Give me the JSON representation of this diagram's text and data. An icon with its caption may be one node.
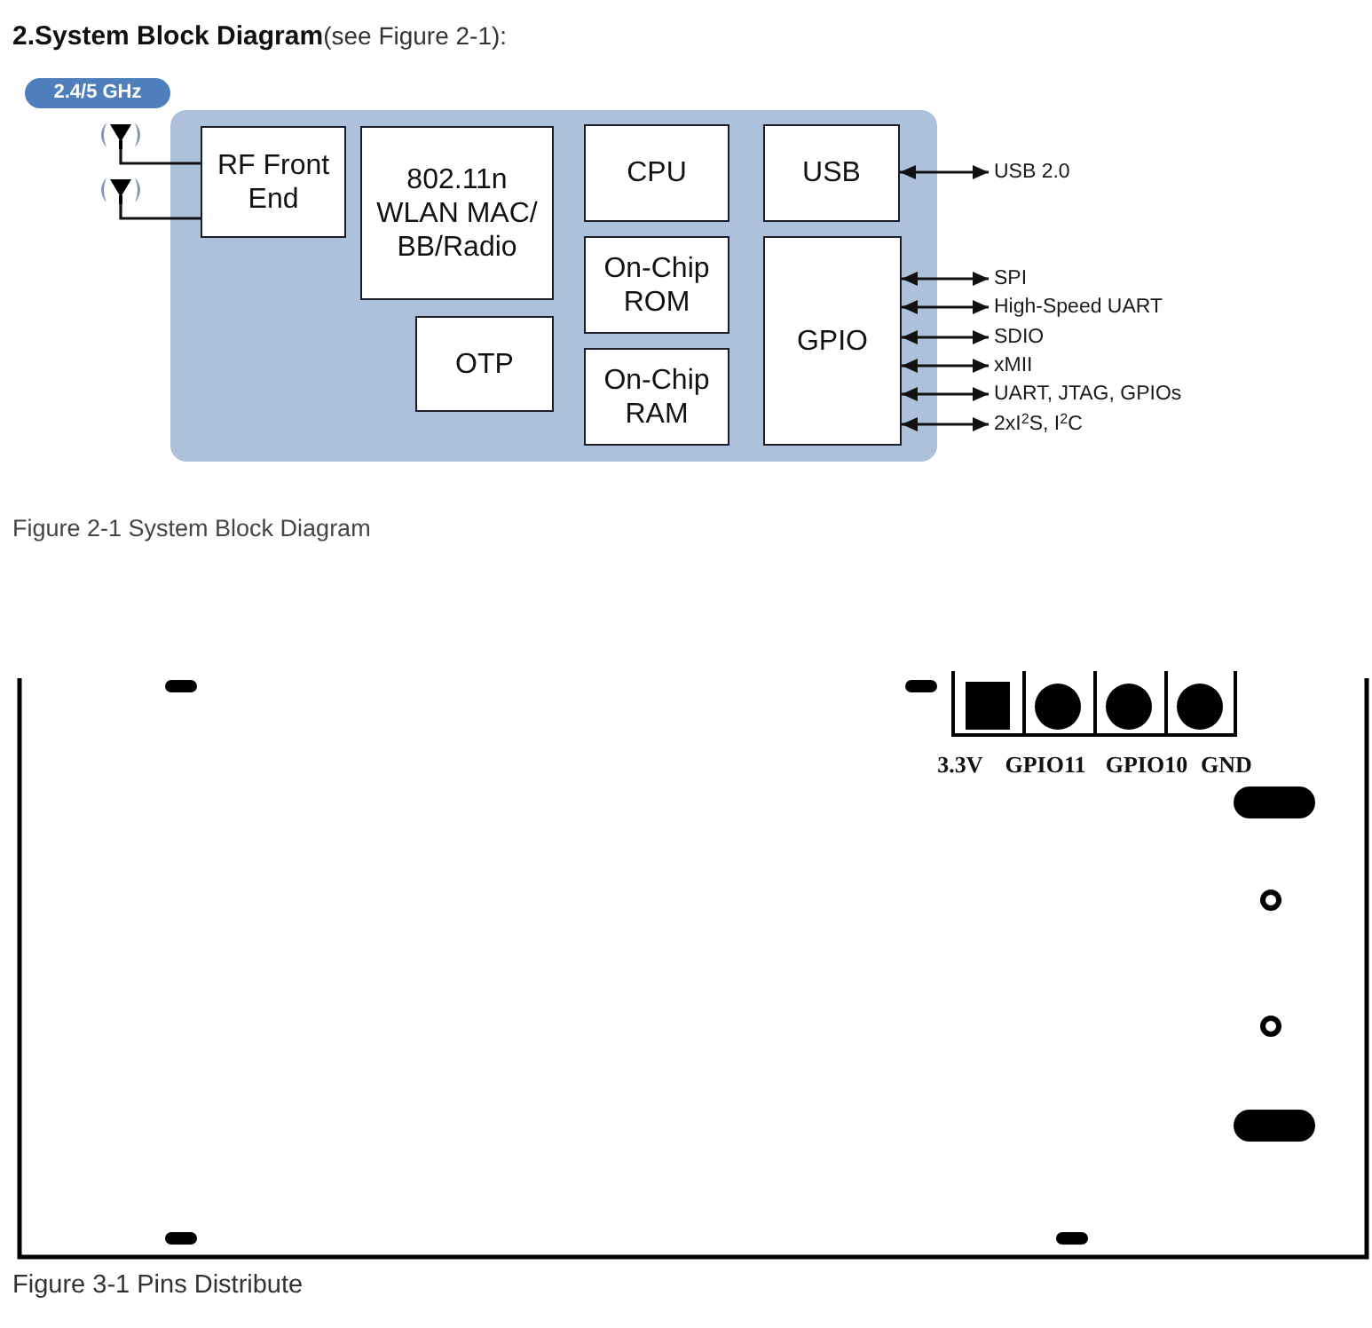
{
  "diagram": {
    "title": "**2.System Block Diagram**(see Figure 2-1):",
    "caption": "Figure 2-1 System Block Diagram",
    "nodes": [
      {
        "text": [],
        "shape": "box"
      },
      {
        "text": [
          "2.4/5 GHz"
        ]
      },
      {
        "text": [],
        "shape": "antenna"
      },
      {
        "text": [],
        "shape": "antenna"
      },
      {
        "text": [
          "RF Front End"
        ],
        "in": 0
      },
      {
        "text": [
          "802.11n WLAN MAC/ BB/Radio"
        ],
        "in": 0
      },
      {
        "text": [
          "CPU"
        ],
        "in": 0
      },
      {
        "text": [
          "USB"
        ],
        "in": 0
      },
      {
        "text": [
          "On-Chip ROM"
        ],
        "in": 0
      },
      {
        "text": [
          "GPIO"
        ],
        "in": 0
      },
      {
        "text": [
          "OTP"
        ],
        "in": 0
      },
      {
        "text": [
          "On-Chip RAM"
        ],
        "in": 0
      },
      {
        "text": [
          "USB 2.0"
        ]
      },
      {
        "text": [
          "SPI"
        ]
      },
      {
        "text": [
          "High-Speed UART"
        ]
      },
      {
        "text": [
          "SDIO"
        ]
      },
      {
        "text": [
          "xMII"
        ]
      },
      {
        "text": [
          "UART, JTAG, GPIOs"
        ]
      },
      {
        "text": [
          "2xI$^{2}$S, I$^{2}$C"
        ]
      }
    ],
    "edges": [
      {
        "from": 2,
        "to": 4,
        "arrow": "none"
      },
      {
        "from": 3,
        "to": 4,
        "arrow": "none"
      },
      {
        "from": 7,
        "to": 12,
        "arrow": "both"
      },
      {
        "from": 9,
        "to": 13,
        "arrow": "both"
      },
      {
        "from": 9,
        "to": 14,
        "arrow": "both"
      },
      {
        "from": 9,
        "to": 15,
        "arrow": "both"
      },
      {
        "from": 9,
        "to": 16,
        "arrow": "both"
      },
      {
        "from": 9,
        "to": 17,
        "arrow": "both"
      },
      {
        "from": 9,
        "to": 18,
        "arrow": "both"
      }
    ],
    "labels": [
      "3.3V",
      "GPIO11",
      "GPIO10",
      "GND",
      "Figure 3-1 Pins Distribute"
    ]
  }
}
